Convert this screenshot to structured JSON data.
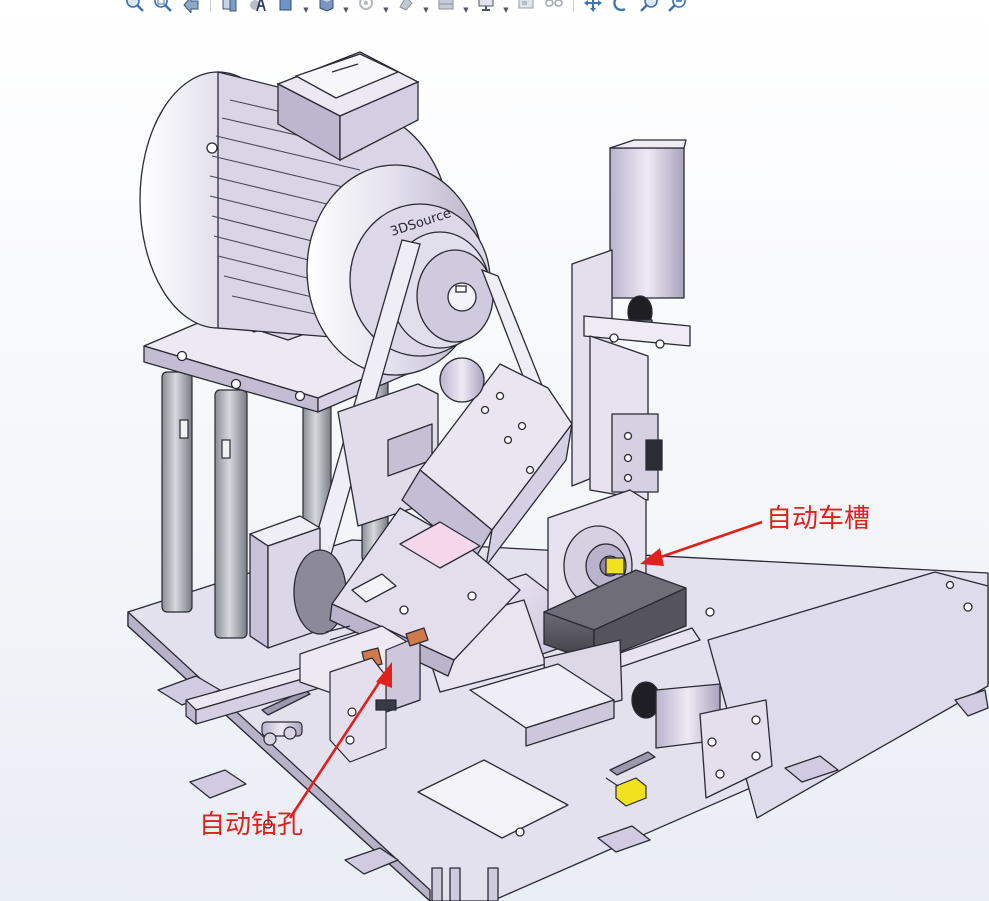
{
  "toolbar": {
    "icons": [
      "zoom-to-fit-icon",
      "zoom-area-icon",
      "previous-view-icon",
      "section-view-icon",
      "annotation-icon",
      "view-orientation-icon",
      "display-style-icon",
      "hide-show-icon",
      "edit-appearance-icon",
      "apply-scene-icon",
      "view-settings-icon",
      "screen-capture-icon",
      "link-views-icon",
      "pan-icon",
      "rotate-icon",
      "zoom-in-out-icon",
      "zoom-icon"
    ]
  },
  "model": {
    "motor_nameplate_text": "3DSource",
    "accent_color": "#e0211b",
    "part_color": "#d9d3e6",
    "highlight_color": "#f2e11d"
  },
  "annotations": {
    "groove_label": "自动车槽",
    "drill_label": "自动钻孔"
  }
}
